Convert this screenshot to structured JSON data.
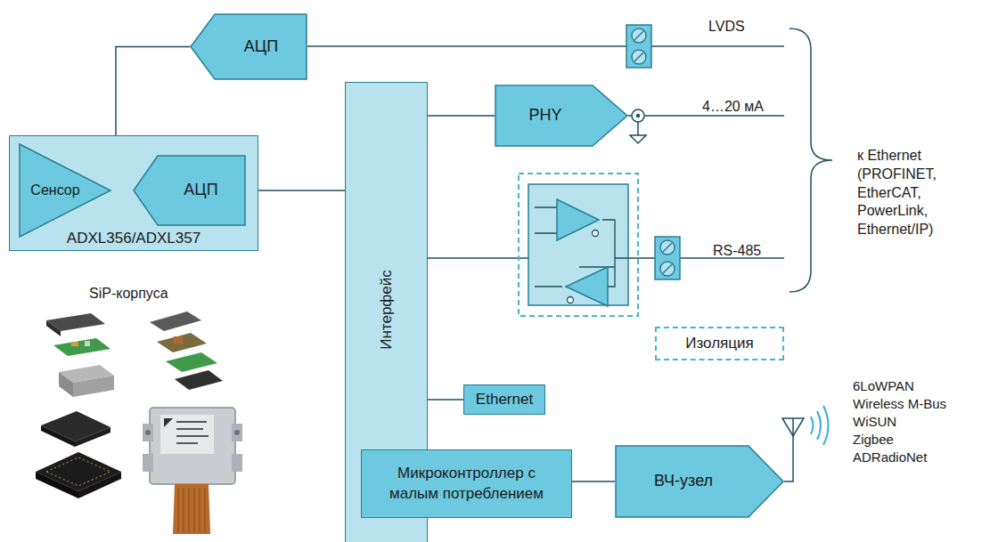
{
  "diagram": {
    "nodes": [
      {
        "text": [
          "АЦП"
        ]
      },
      {
        "text": [
          "ADXL356/ADXL357"
        ]
      },
      {
        "text": [
          "Сенсор"
        ],
        "in": 1
      },
      {
        "text": [
          "АЦП"
        ],
        "in": 1
      },
      {
        "text": [
          "Интерфейс"
        ]
      },
      {
        "text": [
          "PHY"
        ]
      },
      {
        "text": [
          "Изоляция"
        ]
      },
      {
        "text": [
          "Ethernet"
        ]
      },
      {
        "text": [
          "Микроконтроллер с малым потреблением"
        ]
      },
      {
        "text": [
          "ВЧ-узел"
        ]
      }
    ],
    "edges": [
      {
        "from": 2,
        "to": 0,
        "arrow": "none"
      },
      {
        "from": 2,
        "to": 3,
        "arrow": "none"
      },
      {
        "from": 1,
        "to": 4,
        "arrow": "none"
      },
      {
        "from": 4,
        "to": 5,
        "arrow": "none"
      },
      {
        "from": 4,
        "to": 7,
        "arrow": "none"
      },
      {
        "from": 8,
        "to": 9,
        "arrow": "none"
      }
    ],
    "labels": [
      "LVDS",
      "4…20 мА",
      "RS-485",
      "к Ethernet (PROFINET, EtherCAT, PowerLink, Ethernet/IP)",
      "SiP-корпуса",
      "6LoWPAN",
      "Wireless M-Bus",
      "WiSUN",
      "Zigbee",
      "ADRadioNet"
    ]
  }
}
